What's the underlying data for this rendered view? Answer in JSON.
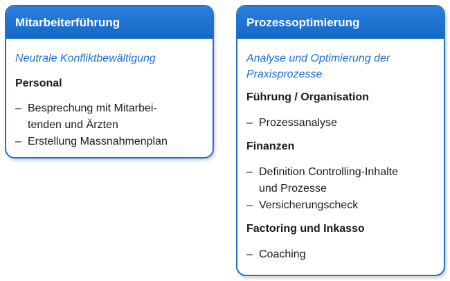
{
  "cards": [
    {
      "header": "Mitarbeiterführung",
      "subtitle": "Neutrale Konfliktbewältigung",
      "sections": [
        {
          "title": "Personal",
          "items": [
            "Besprechung mit Mitarbei- tenden und Ärzten",
            "Erstellung Massnahmenplan"
          ]
        }
      ]
    },
    {
      "header": "Prozessoptimierung",
      "subtitle": "Analyse und Optimierung der Praxisprozesse",
      "sections": [
        {
          "title": "Führung / Organisation",
          "items": [
            "Prozessanalyse"
          ]
        },
        {
          "title": "Finanzen",
          "items": [
            "Definition Controlling-Inhalte und Prozesse",
            "Versicherungscheck"
          ]
        },
        {
          "title": "Factoring und Inkasso",
          "items": [
            "Coaching"
          ]
        }
      ]
    }
  ],
  "bullet_glyph": "–",
  "colors": {
    "accent": "#1f6fcf",
    "header_text": "#ffffff",
    "body_text": "#1a1a1a"
  }
}
